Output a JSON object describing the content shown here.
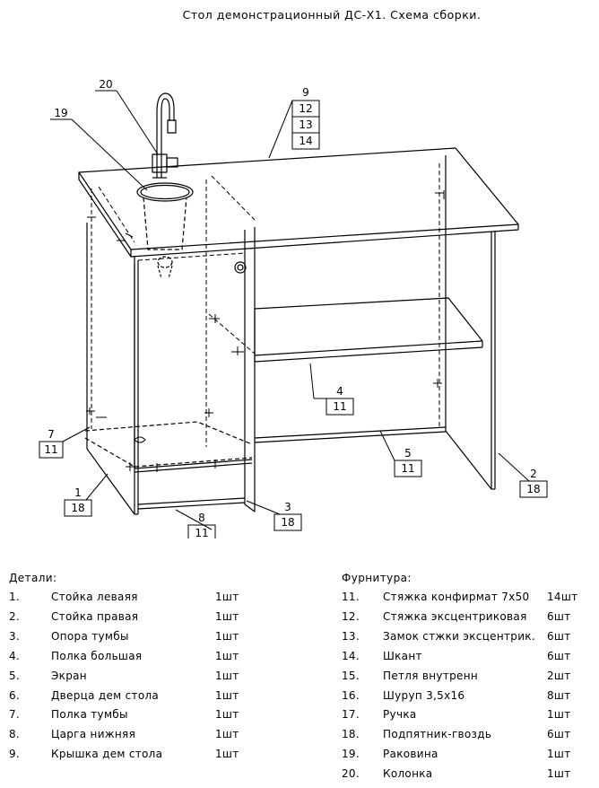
{
  "title": "Стол демонстрационный ДС-Х1. Схема сборки.",
  "callouts": {
    "c20": {
      "ref": "20"
    },
    "c19": {
      "ref": "19"
    },
    "c9": {
      "ref": "9",
      "qty": [
        "12",
        "13",
        "14"
      ]
    },
    "c4": {
      "ref": "4",
      "qty": "11"
    },
    "c7": {
      "ref": "7",
      "qty": "11"
    },
    "c5": {
      "ref": "5",
      "qty": "11"
    },
    "c2": {
      "ref": "2",
      "qty": "18"
    },
    "c1": {
      "ref": "1",
      "qty": "18"
    },
    "c3": {
      "ref": "3",
      "qty": "18"
    },
    "c8": {
      "ref": "8",
      "qty": "11"
    }
  },
  "details": {
    "heading": "Детали:",
    "items": [
      {
        "n": "1.",
        "name": "Стойка леваяя",
        "qty": "1шт"
      },
      {
        "n": "2.",
        "name": "Стойка правая",
        "qty": "1шт"
      },
      {
        "n": "3.",
        "name": "Опора тумбы",
        "qty": "1шт"
      },
      {
        "n": "4.",
        "name": "Полка большая",
        "qty": "1шт"
      },
      {
        "n": "5.",
        "name": "Экран",
        "qty": "1шт"
      },
      {
        "n": "6.",
        "name": "Дверца дем стола",
        "qty": "1шт"
      },
      {
        "n": "7.",
        "name": "Полка тумбы",
        "qty": "1шт"
      },
      {
        "n": "8.",
        "name": "Царга нижняя",
        "qty": "1шт"
      },
      {
        "n": "9.",
        "name": "Крышка дем стола",
        "qty": "1шт"
      }
    ]
  },
  "hardware": {
    "heading": "Фурнитура:",
    "items": [
      {
        "n": "11.",
        "name": "Стяжка конфирмат 7х50",
        "qty": "14шт"
      },
      {
        "n": "12.",
        "name": "Стяжка эксцентриковая",
        "qty": "6шт"
      },
      {
        "n": "13.",
        "name": "Замок стжки эксцентрик.",
        "qty": "6шт"
      },
      {
        "n": "14.",
        "name": "Шкант",
        "qty": "6шт"
      },
      {
        "n": "15.",
        "name": "Петля внутренн",
        "qty": "2шт"
      },
      {
        "n": "16.",
        "name": "Шуруп 3,5х16",
        "qty": "8шт"
      },
      {
        "n": "17.",
        "name": "Ручка",
        "qty": "1шт"
      },
      {
        "n": "18.",
        "name": "Подпятник-гвоздь",
        "qty": "6шт"
      },
      {
        "n": "19.",
        "name": "Раковина",
        "qty": "1шт"
      },
      {
        "n": "20.",
        "name": "Колонка",
        "qty": "1шт"
      }
    ]
  }
}
